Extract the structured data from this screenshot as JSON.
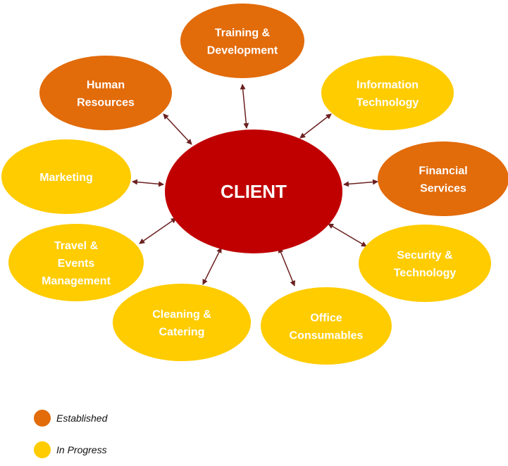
{
  "colors": {
    "established": "#e26b0a",
    "in_progress": "#ffcc00",
    "center": "#c00000",
    "arrow": "#6b2020"
  },
  "center": {
    "label": "CLIENT"
  },
  "nodes": [
    {
      "id": "training",
      "lines": [
        "Training &",
        "Development"
      ],
      "status": "established"
    },
    {
      "id": "human-resources",
      "lines": [
        "Human",
        "Resources"
      ],
      "status": "established"
    },
    {
      "id": "information-technology",
      "lines": [
        "Information",
        "Technology"
      ],
      "status": "in_progress"
    },
    {
      "id": "marketing",
      "lines": [
        "Marketing"
      ],
      "status": "in_progress"
    },
    {
      "id": "financial-services",
      "lines": [
        "Financial",
        "Services"
      ],
      "status": "established"
    },
    {
      "id": "travel-events",
      "lines": [
        "Travel &",
        "Events",
        "Management"
      ],
      "status": "in_progress"
    },
    {
      "id": "security-technology",
      "lines": [
        "Security &",
        "Technology"
      ],
      "status": "in_progress"
    },
    {
      "id": "cleaning-catering",
      "lines": [
        "Cleaning &",
        "Catering"
      ],
      "status": "in_progress"
    },
    {
      "id": "office-consumables",
      "lines": [
        "Office",
        "Consumables"
      ],
      "status": "in_progress"
    }
  ],
  "legend": {
    "established": "Established",
    "in_progress": "In Progress"
  }
}
